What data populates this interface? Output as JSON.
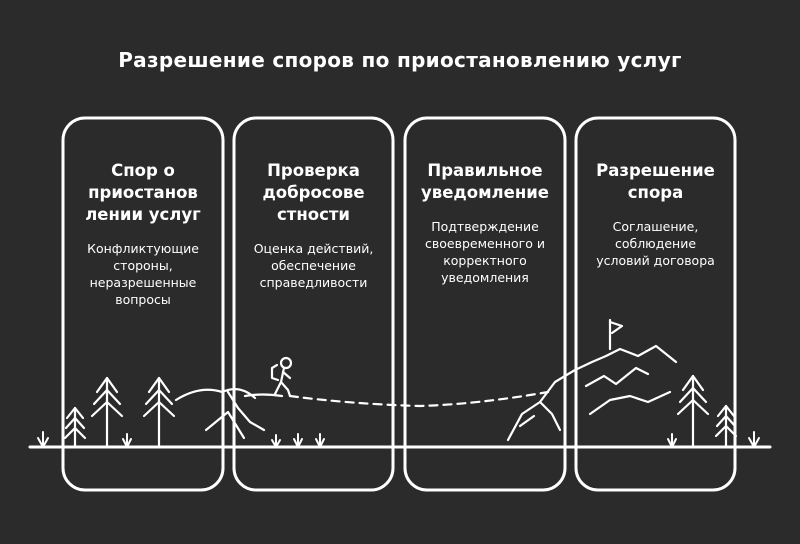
{
  "title": "Разрешение споров по приостановлению услуг",
  "colors": {
    "background": "#2b2b2b",
    "foreground": "#ffffff"
  },
  "stages": [
    {
      "heading_lines": [
        "Спор о",
        "приостанов",
        "лении услуг"
      ],
      "desc_lines": [
        "Конфликтующие",
        "стороны,",
        "неразрешенные",
        "вопросы"
      ]
    },
    {
      "heading_lines": [
        "Проверка",
        "добросове",
        "стности"
      ],
      "desc_lines": [
        "Оценка действий,",
        "обеспечение",
        "справедливости"
      ]
    },
    {
      "heading_lines": [
        "Правильное",
        "уведомление"
      ],
      "desc_lines": [
        "Подтверждение",
        "своевременного и",
        "корректного",
        "уведомления"
      ]
    },
    {
      "heading_lines": [
        "Разрешение",
        "спора"
      ],
      "desc_lines": [
        "Соглашение,",
        "соблюдение",
        "условий договора"
      ]
    }
  ],
  "icons": [
    "hiker-icon",
    "flag-icon",
    "tree-icon",
    "mountain-icon",
    "grass-icon"
  ]
}
